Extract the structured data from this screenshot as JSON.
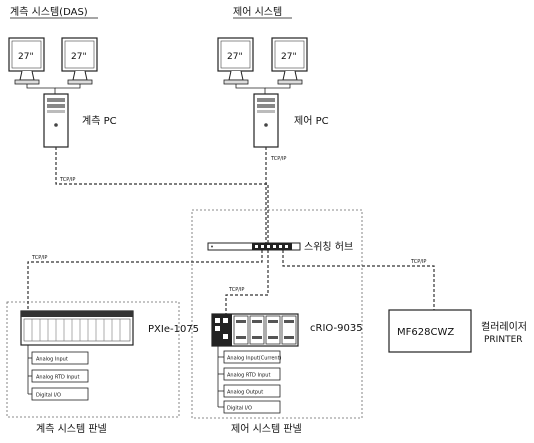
{
  "systems": {
    "measurement_title": "계측 시스템(DAS)",
    "control_title": "제어 시스템"
  },
  "monitors": {
    "size_label": "27\""
  },
  "pcs": {
    "measurement_pc": "계측 PC",
    "control_pc": "제어 PC"
  },
  "network": {
    "tcpip_label": "TCP/IP",
    "switch_label": "스위칭 허브"
  },
  "pxie": {
    "name": "PXIe-1075",
    "modules": [
      "Analog Input",
      "Analog RTD Input",
      "Digital I/O"
    ]
  },
  "crio": {
    "name": "cRIO-9035",
    "modules": [
      "Analog Input(Current)",
      "Analog RTD Input",
      "Analog Output",
      "Digital I/O"
    ]
  },
  "printer": {
    "model": "MF628CWZ",
    "name_line1": "컬러레이저",
    "name_line2": "PRINTER"
  },
  "panels": {
    "measurement_panel": "계측 시스템 판넬",
    "control_panel": "제어 시스템 판넬"
  }
}
